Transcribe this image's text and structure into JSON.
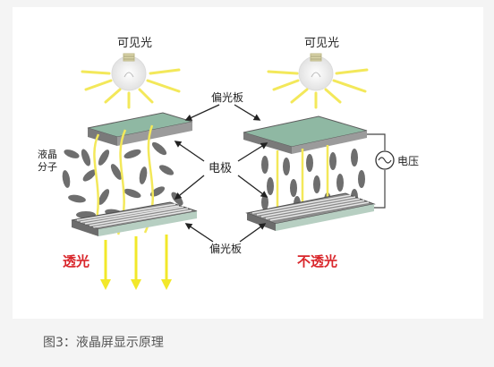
{
  "diagram": {
    "left": {
      "light_label": "可见光",
      "lc_label_line1": "液晶",
      "lc_label_line2": "分子",
      "result_label": "透光"
    },
    "right": {
      "light_label": "可见光",
      "voltage_label": "电压",
      "result_label": "不透光"
    },
    "center": {
      "top_polarizer_label": "偏光板",
      "electrode_label": "电极",
      "bottom_polarizer_label": "偏光板"
    },
    "colors": {
      "plate_top": "#8fb8a3",
      "plate_edge": "#6b6b6b",
      "molecule": "#6e6e6e",
      "light_ray": "#f3e85a",
      "arrow_yellow": "#f2e82a",
      "result_red": "#d9262b"
    }
  },
  "caption": "图3：液晶屏显示原理"
}
